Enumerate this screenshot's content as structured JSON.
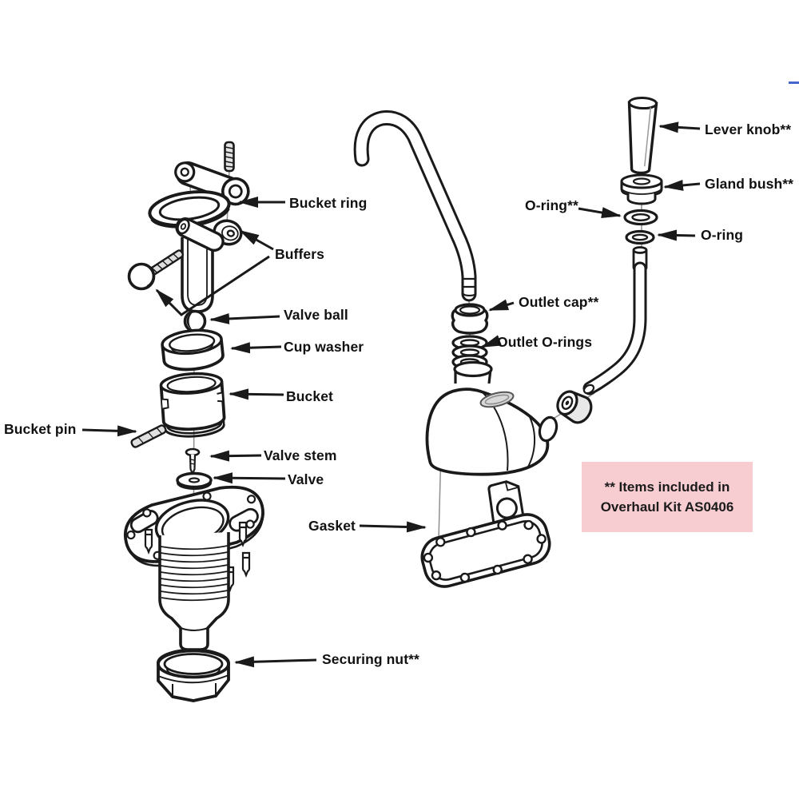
{
  "diagram": {
    "title": "Exploded parts diagram of galley hand pump",
    "background_color": "#ffffff",
    "line_color": "#1a1a1a",
    "labels": {
      "bucket_ring": "Bucket ring",
      "buffers": "Buffers",
      "valve_ball": "Valve ball",
      "cup_washer": "Cup washer",
      "bucket": "Bucket",
      "bucket_pin": "Bucket pin",
      "valve_stem": "Valve stem",
      "valve": "Valve",
      "gasket": "Gasket",
      "securing_nut": "Securing nut**",
      "lever_knob": "Lever knob**",
      "gland_bush": "Gland bush**",
      "o_ring_kit": "O-ring**",
      "o_ring": "O-ring",
      "outlet_cap": "Outlet cap**",
      "outlet_o_rings": "Outlet O-rings"
    },
    "note": {
      "line1": "** Items included in",
      "line2": "Overhaul Kit AS0406",
      "bg_color": "#f8cdd2"
    }
  }
}
